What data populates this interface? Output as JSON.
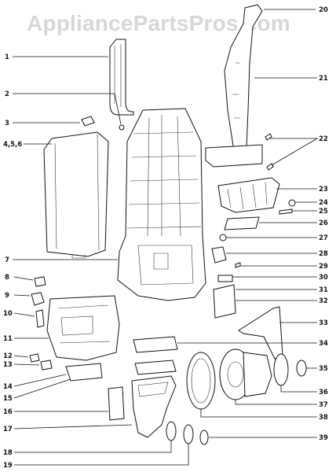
{
  "watermark": "AppliancePartsPros.com",
  "left_labels": [
    "1",
    "2",
    "3",
    "4,5,6",
    "7",
    "8",
    "9",
    "10",
    "11",
    "12",
    "13",
    "14",
    "15",
    "16",
    "17",
    "18",
    "19"
  ],
  "right_labels": [
    "20",
    "21",
    "22",
    "23",
    "24",
    "25",
    "26",
    "27",
    "28",
    "29",
    "30",
    "31",
    "32",
    "33",
    "34",
    "35",
    "36",
    "37",
    "38",
    "39"
  ]
}
